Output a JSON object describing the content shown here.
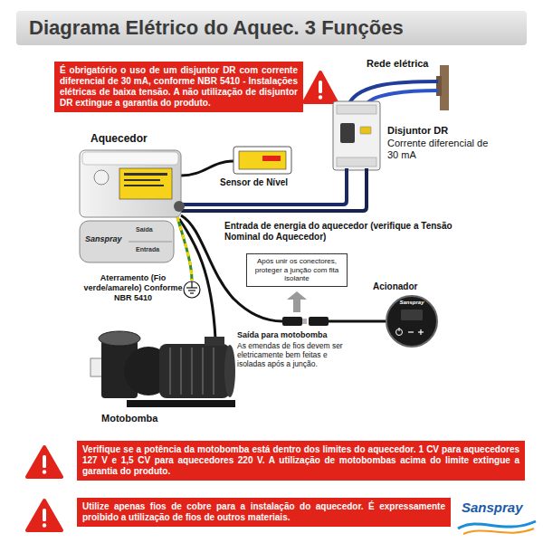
{
  "diagram": {
    "title": "Diagrama Elétrico do Aquec. 3 Funções",
    "nodes": [
      {
        "text": [
          "É obrigatório o uso de um disjuntor DR com corrente diferencial de 30 mA, conforme NBR 5410 - Instalações elétricas de baixa tensão. A não utilização de disjuntor DR extingue a garantia do produto."
        ]
      },
      {
        "text": [
          "Após unir os conectores, proteger a junção com fita isolante"
        ]
      },
      {
        "text": [
          "Verifique se a potência da motobomba está dentro dos limites do aquecedor. 1 CV para aquecedores 127 V e 1,5 CV para aquecedores 220 V. A utilização de motobombas acima do limite extingue a garantia do produto."
        ]
      },
      {
        "text": [
          "Utilize apenas fios de cobre para a instalação do aquecedor. É expressamente proibido a utilização de fios de outros materiais."
        ]
      }
    ],
    "labels": [
      "Rede elétrica",
      "Disjuntor DR",
      "Corrente diferencial de 30 mA",
      "Aquecedor",
      "Sensor de Nível",
      "Entrada de energia do aquecedor (verifique a Tensão Nominal do Aquecedor)",
      "Acionador",
      "Aterramento (Fio verde/amarelo) Conforme NBR 5410",
      "Saída para motobomba",
      "As emendas de fios devem ser eletricamente bem feitas e isoladas após a junção.",
      "Motobomba",
      "Saída",
      "Entrada",
      "Sanspray",
      "Sanspray",
      "Sanspray"
    ]
  }
}
